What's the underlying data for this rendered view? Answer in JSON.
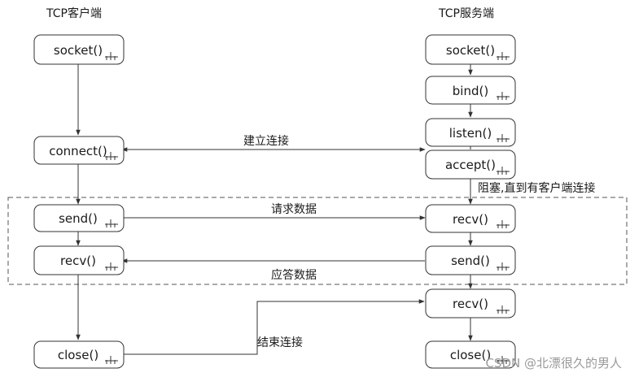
{
  "headers": {
    "client": "TCP客户端",
    "server": "TCP服务端"
  },
  "client_nodes": {
    "socket": "socket()",
    "connect": "connect()",
    "send": "send()",
    "recv": "recv()",
    "close": "close()"
  },
  "server_nodes": {
    "socket": "socket()",
    "bind": "bind()",
    "listen": "listen()",
    "accept": "accept()",
    "recv1": "recv()",
    "send": "send()",
    "recv2": "recv()",
    "close": "close()"
  },
  "edge_labels": {
    "establish": "建立连接",
    "blocking": "阻塞,直到有客户端连接",
    "request": "请求数据",
    "response": "应答数据",
    "finish": "结束连接"
  },
  "watermark": "CSDN @北漂很久的男人",
  "colors": {
    "node_stroke": "#333333",
    "line": "#333333",
    "dashed_frame": "#555555"
  }
}
